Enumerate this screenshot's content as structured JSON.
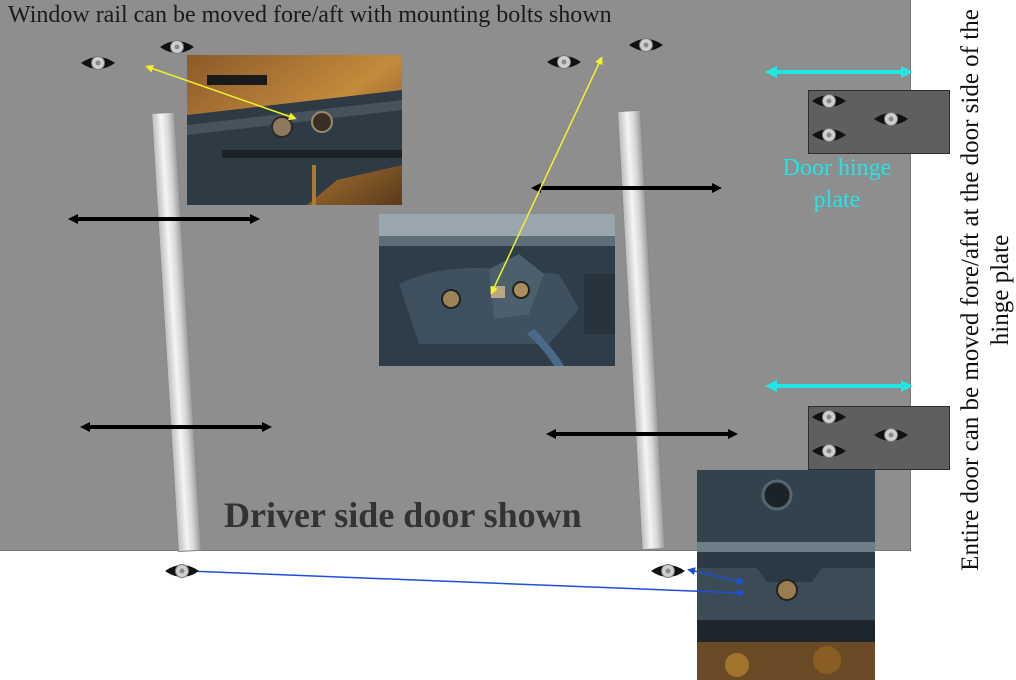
{
  "title": "Window rail can be moved fore/aft with mounting bolts shown",
  "door_label": "Driver side door shown",
  "hinge_label": "Door hinge plate",
  "side_note": "Entire door can be moved fore/aft at the door side of the hinge plate",
  "colors": {
    "panel": "#8e8e8e",
    "hinge_text": "#22e6e6",
    "black_arrow": "#000000",
    "yellow_arrow": "#f2f22a",
    "blue_arrow": "#1e4fd6",
    "plate": "#5f5f5f"
  },
  "icons": {
    "bolt": "hex-bolt-icon",
    "photo": "photo-inset"
  }
}
